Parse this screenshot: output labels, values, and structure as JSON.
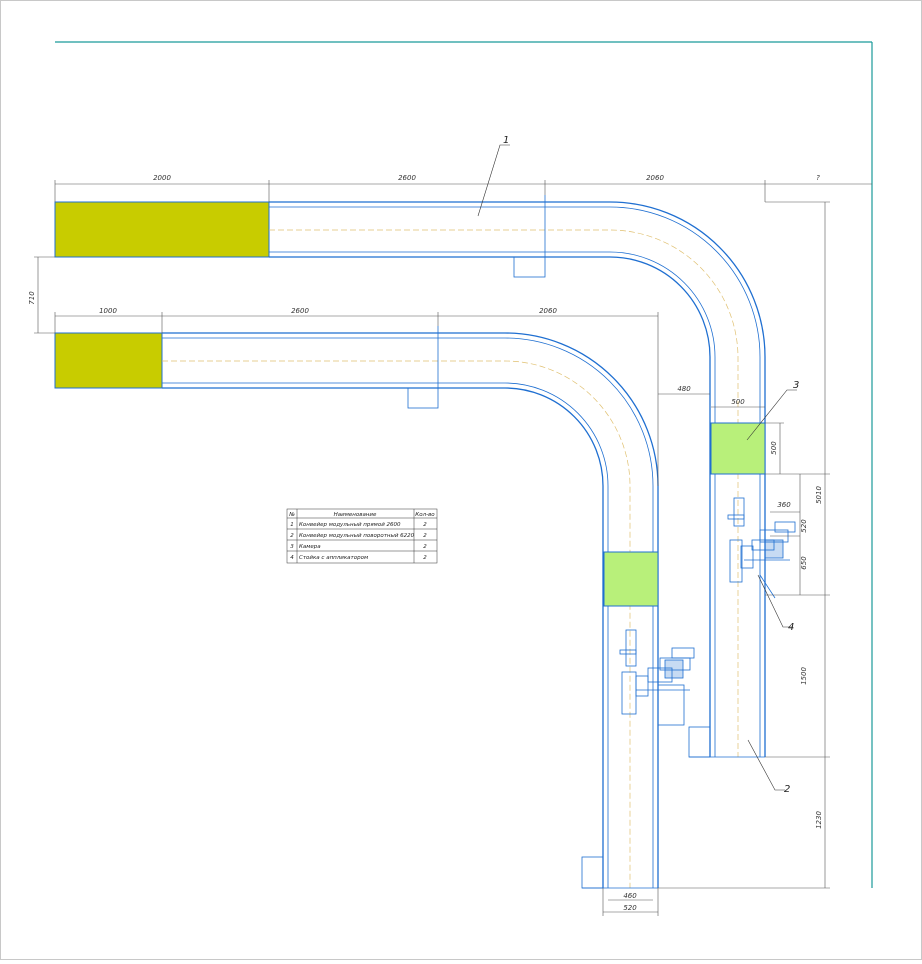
{
  "dimensions": {
    "top_2000": "2000",
    "top_2600": "2600",
    "top_2060": "2060",
    "top_q": "?",
    "left_710": "710",
    "low_1000": "1000",
    "low_2600": "2600",
    "low_2060": "2060",
    "gap_480": "480",
    "w_500": "500",
    "h_500": "500",
    "r_5010": "5010",
    "r_360": "360",
    "r_520": "520",
    "r_650": "650",
    "r_1500": "1500",
    "r_1230": "1230",
    "b_460": "460",
    "b_520": "520"
  },
  "callouts": [
    "1",
    "2",
    "3",
    "4"
  ],
  "table": {
    "headers": [
      "№",
      "Наименование",
      "Кол-во"
    ],
    "rows": [
      {
        "num": "1",
        "name": "Конвейер модульный прямой 2600",
        "qty": "2"
      },
      {
        "num": "2",
        "name": "Конвейер модульный поворотный 6220",
        "qty": "2"
      },
      {
        "num": "3",
        "name": "Камера",
        "qty": "2"
      },
      {
        "num": "4",
        "name": "Стойка с аппликатором",
        "qty": "2"
      }
    ]
  },
  "colors": {
    "frame": "#1a9a9a",
    "conveyor": "#1f6fd1",
    "loading_zone": "#c8cc00",
    "camera": "#b8f07a"
  }
}
